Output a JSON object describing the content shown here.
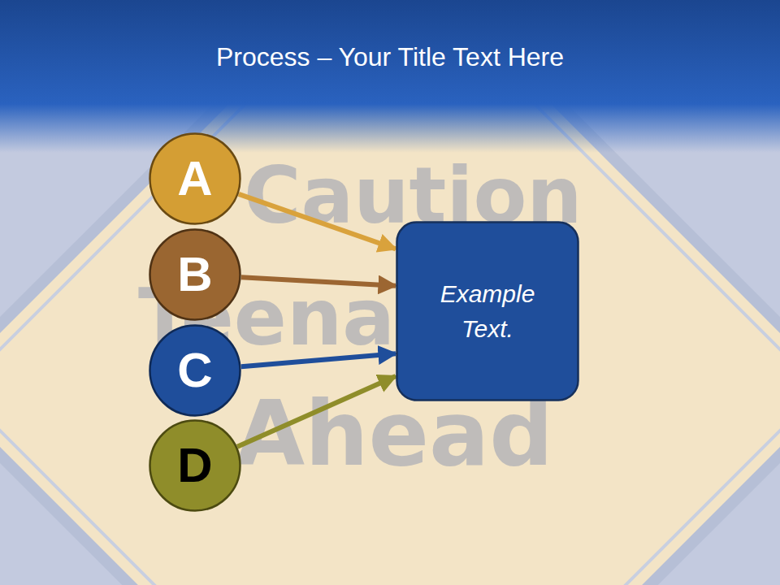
{
  "diagram": {
    "title": "Process – Your Title Text Here",
    "nodes": [
      {
        "text": [
          "A"
        ]
      },
      {
        "text": [
          "B"
        ]
      },
      {
        "text": [
          "C"
        ]
      },
      {
        "text": [
          "D"
        ]
      },
      {
        "text": [
          "Example Text."
        ]
      }
    ],
    "edges": [
      {
        "from": 0,
        "to": 4,
        "arrow": "to"
      },
      {
        "from": 1,
        "to": 4,
        "arrow": "to"
      },
      {
        "from": 2,
        "to": 4,
        "arrow": "to"
      },
      {
        "from": 3,
        "to": 4,
        "arrow": "to"
      }
    ],
    "labels": [
      "Caution",
      "Teenager",
      "Ahead"
    ]
  }
}
